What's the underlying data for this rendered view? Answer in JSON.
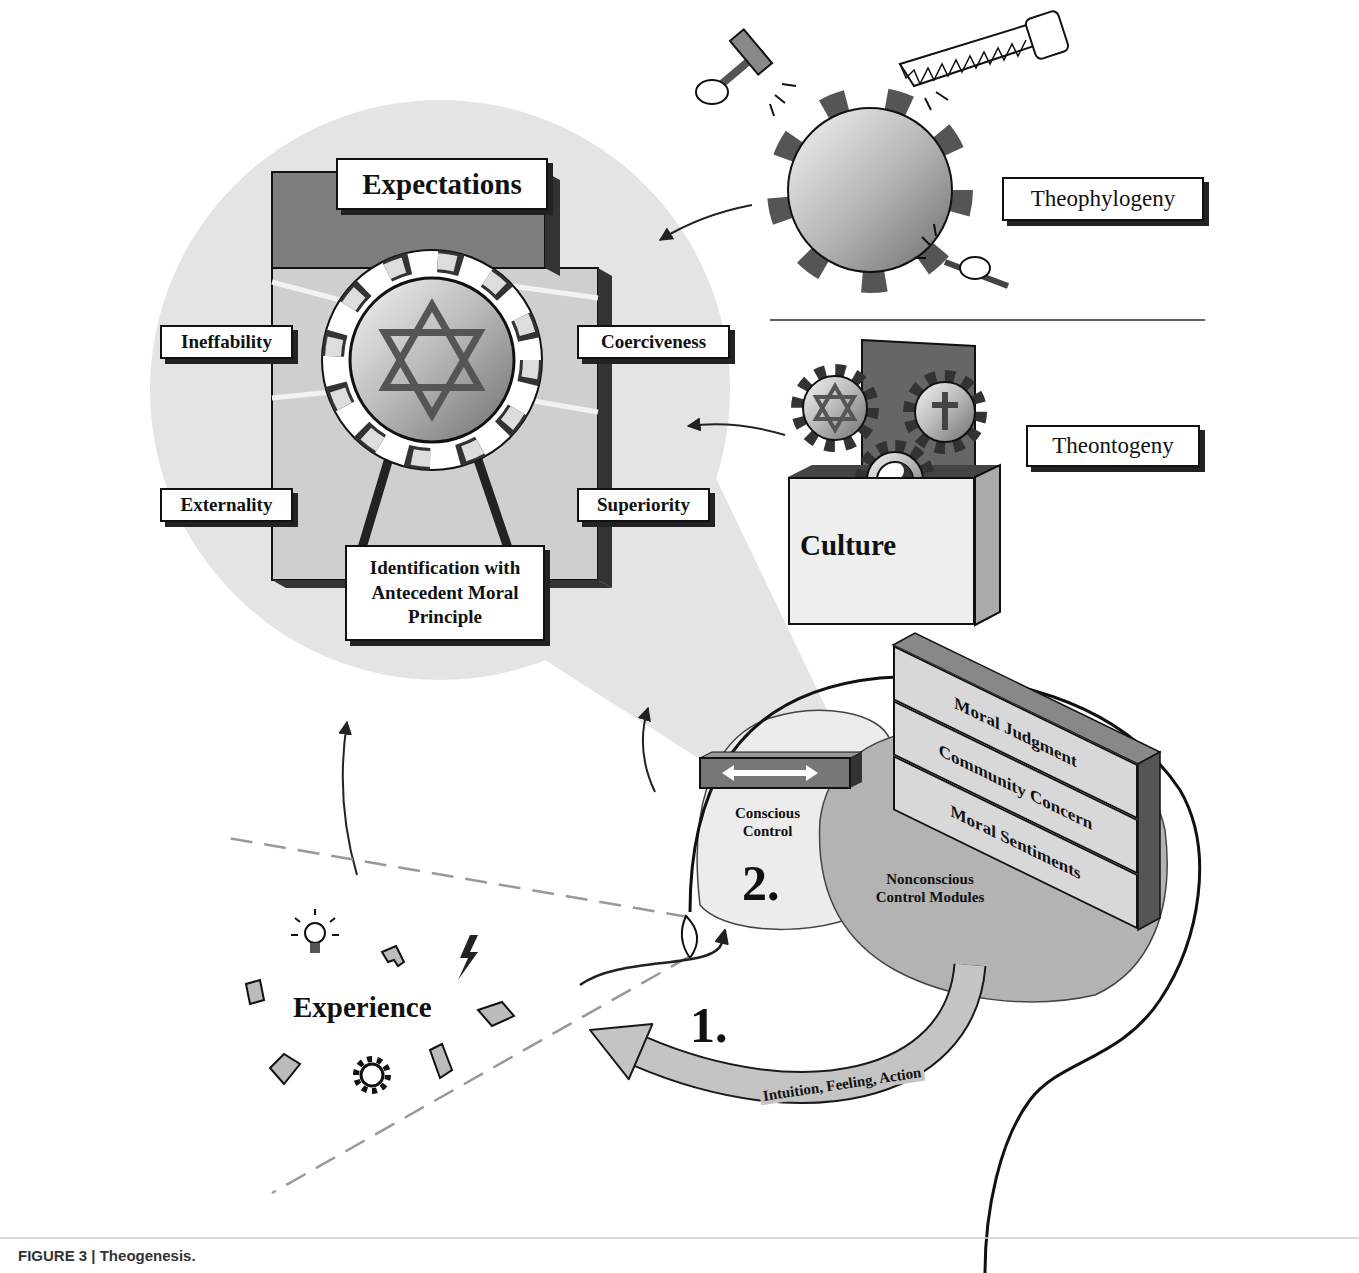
{
  "diagram": {
    "caption": "FIGURE 3 | Theogenesis.",
    "nodes": [
      {
        "text": [
          "Expectations"
        ]
      },
      {
        "text": [
          "Ineffability"
        ]
      },
      {
        "text": [
          "Coerciveness"
        ]
      },
      {
        "text": [
          "Externality"
        ]
      },
      {
        "text": [
          "Superiority"
        ]
      },
      {
        "text": [
          "Identification with Antecedent Moral Principle"
        ]
      },
      {
        "text": [
          "Theophylogeny"
        ]
      },
      {
        "text": [
          "Culture"
        ]
      },
      {
        "text": [
          "Theontogeny"
        ]
      },
      {
        "text": [
          "Moral Judgment"
        ]
      },
      {
        "text": [
          "Community Concern"
        ]
      },
      {
        "text": [
          "Moral Sentiments"
        ]
      },
      {
        "text": [
          "Conscious Control"
        ]
      },
      {
        "text": [
          "Nonconscious Control Modules"
        ]
      },
      {
        "text": [
          "Experience"
        ]
      }
    ],
    "edges": [
      {
        "from": 13,
        "to": 14,
        "label": "Intuition, Feeling, Action",
        "arrow": "to"
      },
      {
        "from": 14,
        "to": 12,
        "arrow": "to"
      }
    ],
    "labels": [
      "1.",
      "2."
    ]
  }
}
